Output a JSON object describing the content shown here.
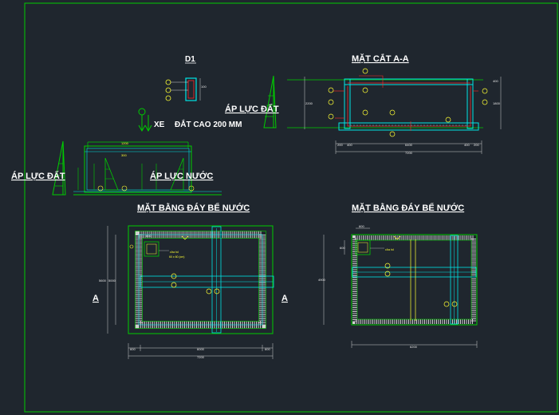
{
  "labels": {
    "d1": "D1",
    "section_aa": "MẶT CẮT A-A",
    "soil_pressure_top": "ÁP LỰC ĐẤT",
    "truck": "XE",
    "soil_height": "ĐẮT CAO 200 MM",
    "soil_pressure_left": "ÁP LỰC ĐẤT",
    "water_pressure": "ÁP LỰC NƯỚC",
    "plan_left_title": "MẶT BẰNG ĐÁY BỂ NƯỚC",
    "plan_right_title": "MẶT BẰNG ĐÁY BỂ NƯỚC",
    "cut_a_left": "A",
    "cut_a_right": "A"
  },
  "notes": {
    "hole_left_1": "cửa hố",
    "hole_left_2": "60 x 60 (cm)",
    "hole_right": "cửa hố"
  },
  "dimensions": {
    "section_total": "7200",
    "section_mid": "6400",
    "section_side_l": "200",
    "section_side_l2": "400",
    "section_side_r": "200",
    "section_side_r2": "400",
    "section_h_left": "2200",
    "section_h_right": "1800",
    "section_h_top": "400",
    "plan_left_total": "7200",
    "plan_left_mid": "6000",
    "plan_left_side_l": "600",
    "plan_left_side_r": "600",
    "plan_left_h_outer": "5600",
    "plan_left_h_inner": "5000",
    "plan_left_hole": "600",
    "plan_right_total": "6200",
    "plan_right_h": "4900",
    "plan_right_hole": "600",
    "plan_right_hole_h": "600",
    "d1_h": "100"
  },
  "colors": {
    "background": "#1f262e",
    "frame": "#00cc00",
    "wall": "#00e5e5",
    "rebar": "#ff2a2a",
    "axis": "#ffff33",
    "text": "#ffffff"
  }
}
